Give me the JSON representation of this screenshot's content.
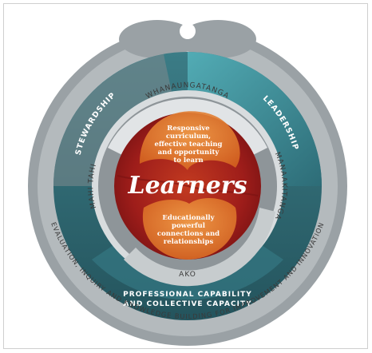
{
  "diagram": {
    "center_title": "Learners",
    "top_inner_lines": [
      "Responsive",
      "curriculum,",
      "effective teaching",
      "and opportunity",
      "to learn"
    ],
    "bottom_inner_lines": [
      "Educationally",
      "powerful",
      "connections and",
      "relationships"
    ],
    "inner_ring": {
      "top": "WHANAUNGATANGA",
      "right": "MANAAKITANGA",
      "bottom": "AKO",
      "left": "MAHI TAHI"
    },
    "middle_ring": {
      "left": "STEWARDSHIP",
      "right": "LEADERSHIP",
      "bottom_line1": "PROFESSIONAL CAPABILITY",
      "bottom_line2": "AND COLLECTIVE CAPACITY"
    },
    "outer_ring_label": "EVALUATION, INQUIRY AND KNOWLEDGE BUILDING FOR IMPROVEMENT AND INNOVATION",
    "colors": {
      "outer_gray": "#9da3a6",
      "teal_dark": "#2f6670",
      "teal_light": "#45a3ad",
      "inner_ring": "#8c9296",
      "core_red": "#a3211b",
      "core_orange": "#e07b2a"
    }
  }
}
